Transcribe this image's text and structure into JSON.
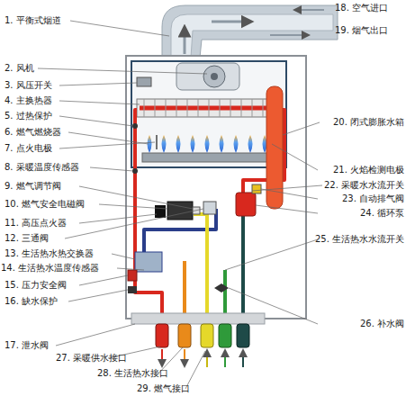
{
  "diagram": {
    "labels": [
      "1. 平衡式烟道",
      "2. 风机",
      "3. 风压开关",
      "4. 主换热器",
      "5. 过热保护",
      "6. 燃气燃烧器",
      "7. 点火电极",
      "8. 采暖温度传感器",
      "9. 燃气调节阀",
      "10. 燃气安全电磁阀",
      "11. 高压点火器",
      "12. 三通阀",
      "13. 生活热水热交换器",
      "14. 生活热水温度传感器",
      "15. 压力安全阀",
      "16. 缺水保护",
      "17. 泄水阀",
      "18. 空气进口",
      "19. 烟气出口",
      "20. 闭式膨胀水箱",
      "21. 火焰检测电极",
      "22. 采暖水水流开关",
      "23. 自动排气阀",
      "24. 循环泵",
      "25. 生活热水水流开关",
      "26. 补水阀",
      "27. 采暖供水接口",
      "28. 生活热水接口",
      "29. 燃气接口"
    ]
  }
}
